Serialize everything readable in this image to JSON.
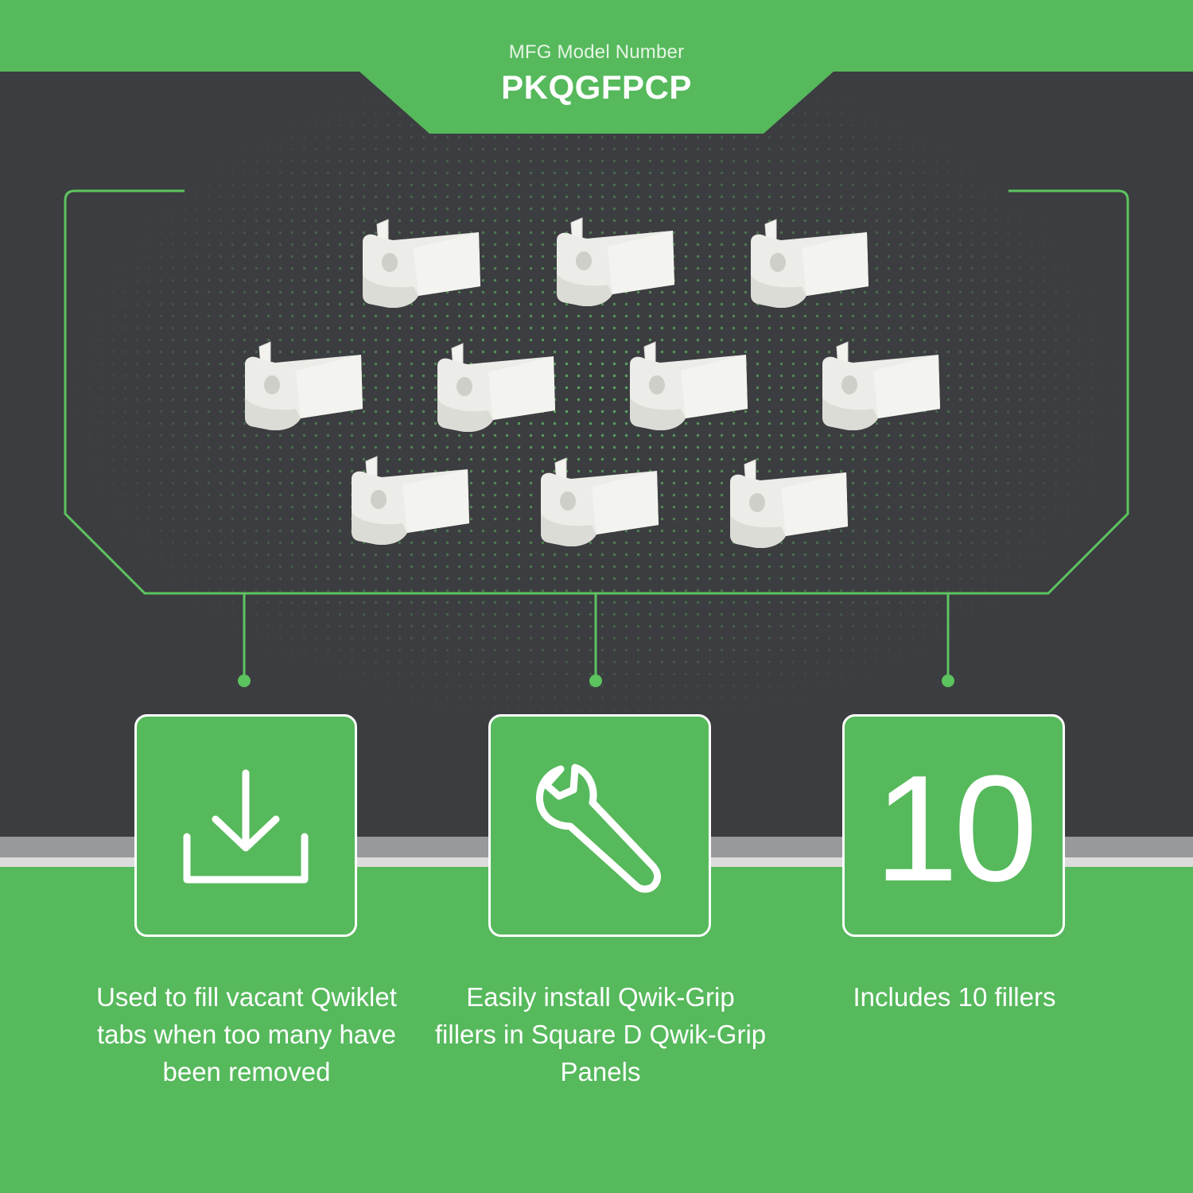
{
  "header": {
    "subtitle": "MFG Model Number",
    "model_number": "PKQGFPCP"
  },
  "product": {
    "item_icon": "filler-clip-icon",
    "item_count_shown": 10,
    "item_color": "#ecece8"
  },
  "features": [
    {
      "icon": "download-tray-icon",
      "caption": "Used to fill vacant Qwiklet tabs when too many have been removed"
    },
    {
      "icon": "wrench-icon",
      "caption": "Easily install Qwik-Grip fillers in Square D Qwik-Grip Panels"
    },
    {
      "number": "10",
      "caption": "Includes 10 fillers"
    }
  ],
  "colors": {
    "brand_green": "#56b95c",
    "panel_dark": "#3c3d40",
    "outline_green": "#5cc45f",
    "text_white": "#ffffff"
  }
}
